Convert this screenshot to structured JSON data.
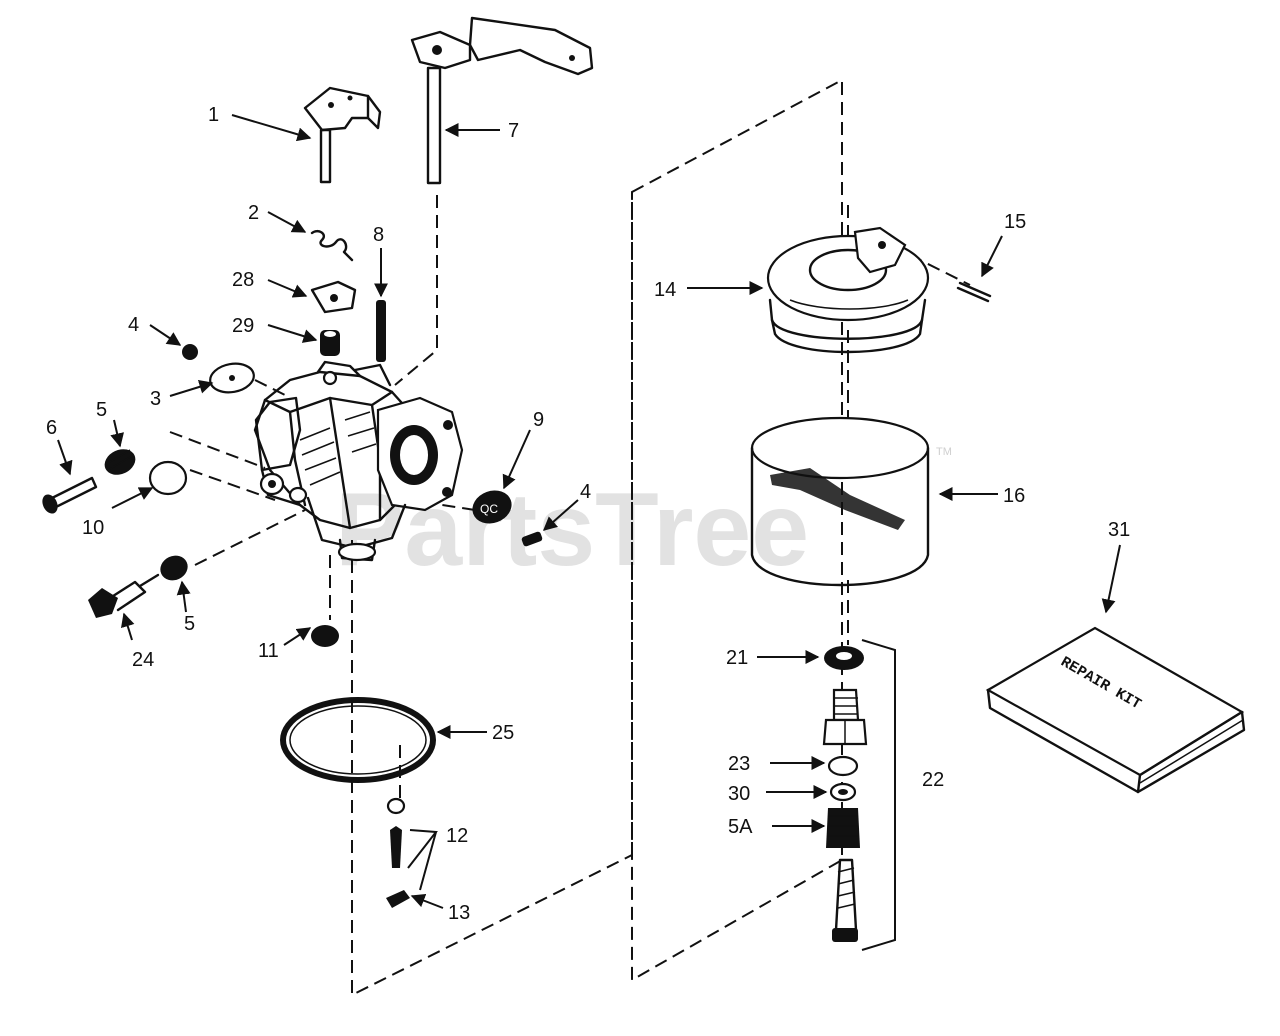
{
  "watermark": {
    "text": "PartsTree",
    "trademark": "TM"
  },
  "repair_kit": {
    "box_text": "REPAIR KIT"
  },
  "callouts": [
    "1",
    "2",
    "3",
    "4",
    "5",
    "6",
    "7",
    "8",
    "9",
    "10",
    "11",
    "12",
    "13",
    "14",
    "15",
    "16",
    "21",
    "22",
    "23",
    "24",
    "25",
    "28",
    "29",
    "30",
    "31",
    "4",
    "5",
    "5A"
  ]
}
